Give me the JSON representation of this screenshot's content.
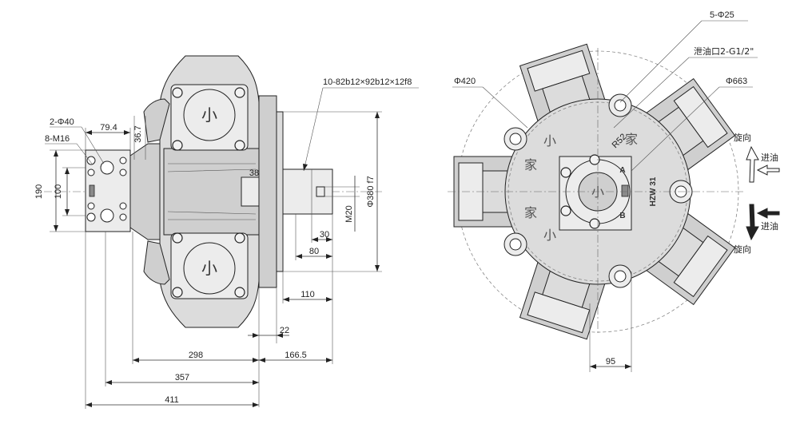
{
  "side_view": {
    "dims": {
      "hole_spec_1": "2-Φ40",
      "hole_spec_2": "8-M16",
      "d_79_4": "79.4",
      "d_36_7": "36.7",
      "d_190": "190",
      "d_100": "100",
      "spline": "10-82b12×92b12×12f8",
      "d_38": "38",
      "pilot": "Φ380 f7",
      "thread": "M20",
      "d_30": "30",
      "d_80": "80",
      "d_110": "110",
      "d_22": "22",
      "d_298": "298",
      "d_166_5": "166.5",
      "d_357": "357",
      "d_411": "411"
    },
    "logo": "小"
  },
  "front_view": {
    "dims": {
      "bolt_holes": "5-Φ25",
      "drain": "泄油口2-G1/2\"",
      "d_663": "Φ663",
      "d_420": "Φ420",
      "d_95": "95",
      "r_52": "R52"
    },
    "labels": {
      "rotation_top": "旋向",
      "inlet_top": "进油",
      "inlet_bottom": "进油",
      "rotation_bottom": "旋向",
      "port_a": "A",
      "port_b": "B",
      "model": "HZW 31"
    },
    "emblem_chars": [
      "小",
      "家",
      "小",
      "家",
      "小",
      "家"
    ]
  }
}
